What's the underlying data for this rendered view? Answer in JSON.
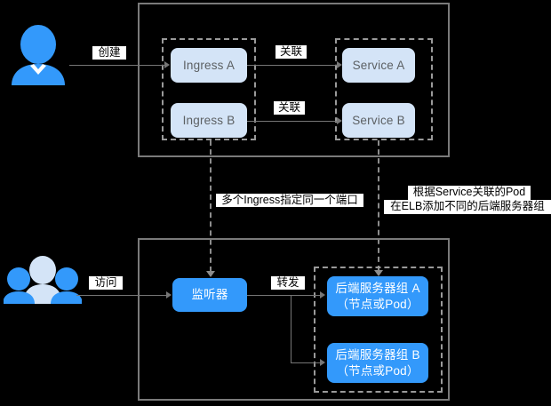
{
  "diagram": {
    "title": "Ingress to ELB listener and backend server group mapping",
    "colors": {
      "background": "#000000",
      "node_light": "#d4e4f7",
      "node_blue": "#3399fb",
      "node_light_text": "#5c6063",
      "node_blue_text": "#ffffff",
      "container_border": "#7a7a7a",
      "dashed_border": "#9a9a9a",
      "line": "#767676",
      "chip_background": "#ffffff",
      "chip_text": "#000000",
      "icon_blue": "#3399fb",
      "icon_light": "#d4e4f7"
    },
    "actors": [
      {
        "id": "admin",
        "icon": "single-user-icon",
        "label": ""
      },
      {
        "id": "users",
        "icon": "user-group-icon",
        "label": ""
      }
    ],
    "clusters": [
      {
        "id": "k8s-cluster",
        "name": "kubernetes-cluster-container",
        "groups": [
          {
            "id": "ingress-group",
            "name": "ingress-dashed-group"
          },
          {
            "id": "service-group",
            "name": "service-dashed-group"
          }
        ]
      },
      {
        "id": "elb-cluster",
        "name": "elb-container",
        "groups": [
          {
            "id": "backend-group",
            "name": "backend-server-group-dashed-group"
          }
        ]
      }
    ],
    "nodes": {
      "ingress_a": "Ingress A",
      "ingress_b": "Ingress B",
      "service_a": "Service A",
      "service_b": "Service B",
      "listener": "监听器",
      "backend_a_line1": "后端服务器组 A",
      "backend_a_line2": "（节点或Pod）",
      "backend_b_line1": "后端服务器组 B",
      "backend_b_line2": "（节点或Pod）"
    },
    "edge_labels": {
      "create": "创建",
      "associate_a": "关联",
      "associate_b": "关联",
      "access": "访问",
      "forward": "转发",
      "same_port": "多个Ingress指定同一个端口",
      "elb_note_line1": "根据Service关联的Pod",
      "elb_note_line2": "在ELB添加不同的后端服务器组"
    }
  }
}
